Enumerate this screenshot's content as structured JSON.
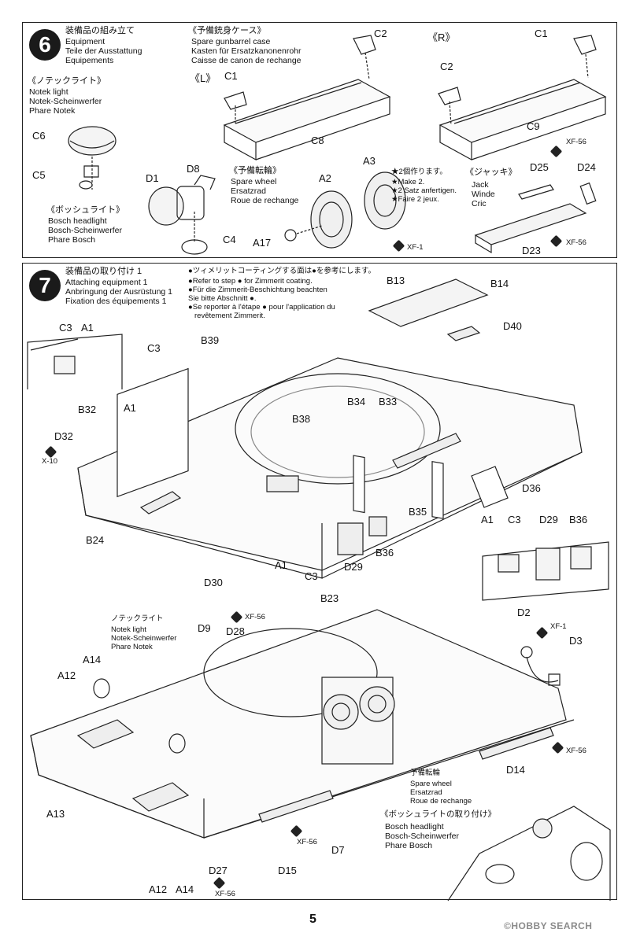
{
  "page_number": "5",
  "watermark": "©HOBBY SEARCH",
  "step6": {
    "number": "6",
    "title_jp": "装備品の組み立て",
    "title": [
      "Equipment",
      "Teile der Ausstattung",
      "Equipements"
    ],
    "notek": {
      "jp": "《ノテックライト》",
      "lines": [
        "Notek light",
        "Notek-Scheinwerfer",
        "Phare Notek"
      ]
    },
    "bosch": {
      "jp": "《ボッシュライト》",
      "lines": [
        "Bosch headlight",
        "Bosch-Scheinwerfer",
        "Phare Bosch"
      ]
    },
    "barrel": {
      "jp": "《予備銃身ケース》",
      "lines": [
        "Spare gunbarrel case",
        "Kasten für Ersatzkanonenrohr",
        "Caisse de canon de rechange"
      ]
    },
    "wheel": {
      "jp": "《予備転輪》",
      "lines": [
        "Spare wheel",
        "Ersatzrad",
        "Roue de rechange"
      ]
    },
    "jack": {
      "jp": "《ジャッキ》",
      "lines": [
        "Jack",
        "Winde",
        "Cric"
      ]
    },
    "make2": [
      "★2個作ります。",
      "★Make 2.",
      "★2 Satz anfertigen.",
      "★Faire 2 jeux."
    ],
    "side_l": "《L》",
    "side_r": "《R》",
    "paint": [
      "XF-1",
      "XF-56",
      "XF-56"
    ],
    "labels": {
      "C6": "C6",
      "C5": "C5",
      "D1": "D1",
      "D8": "D8",
      "C4": "C4",
      "C1a": "C1",
      "C2a": "C2",
      "C8": "C8",
      "C1b": "C1",
      "C2b": "C2",
      "C9": "C9",
      "A2": "A2",
      "A3": "A3",
      "A17": "A17",
      "D25": "D25",
      "D24": "D24",
      "D23": "D23"
    }
  },
  "step7": {
    "number": "7",
    "title_jp": "装備品の取り付け 1",
    "title": [
      "Attaching equipment 1",
      "Anbringung der Ausrüstung 1",
      "Fixation des équipements 1"
    ],
    "zimmerit": [
      "●ツィメリットコーティングする面は●を参考にします。",
      "●Refer to step ● for Zimmerit coating.",
      "●Für die Zimmerit-Beschichtung beachten",
      "Sie bitte Abschnitt ●.",
      "●Se reporter à l'étape ● pour l'application du",
      "revêtement Zimmerit."
    ],
    "notek": {
      "jp": "ノテックライト",
      "lines": [
        "Notek light",
        "Notek-Scheinwerfer",
        "Phare Notek"
      ]
    },
    "wheel": {
      "jp": "予備転輪",
      "lines": [
        "Spare wheel",
        "Ersatzrad",
        "Roue de rechange"
      ]
    },
    "bosch": {
      "jp": "《ボッシュライトの取り付け》",
      "lines": [
        "Bosch headlight",
        "Bosch-Scheinwerfer",
        "Phare Bosch"
      ]
    },
    "paint": [
      "X-10",
      "XF-56",
      "XF-1",
      "XF-56",
      "XF-56",
      "XF-56"
    ],
    "labels": {
      "C3a": "C3",
      "A1a": "A1",
      "C3b": "C3",
      "A1b": "A1",
      "B39": "B39",
      "B32": "B32",
      "D32": "D32",
      "B38": "B38",
      "B13": "B13",
      "B14": "B14",
      "D40": "D40",
      "B34": "B34",
      "B33": "B33",
      "B35": "B35",
      "D36": "D36",
      "B24": "B24",
      "D30": "D30",
      "A1c": "A1",
      "C3c": "C3",
      "D29": "D29",
      "B36": "B36",
      "A1d": "A1",
      "C3d": "C3",
      "D29b": "D29",
      "B36b": "B36",
      "B23": "B23",
      "D2": "D2",
      "D3": "D3",
      "D9": "D9",
      "D28": "D28",
      "A14a": "A14",
      "A12a": "A12",
      "A13": "A13",
      "D14": "D14",
      "D27": "D27",
      "A12b": "A12",
      "A14b": "A14",
      "D15": "D15",
      "D7": "D7"
    }
  }
}
